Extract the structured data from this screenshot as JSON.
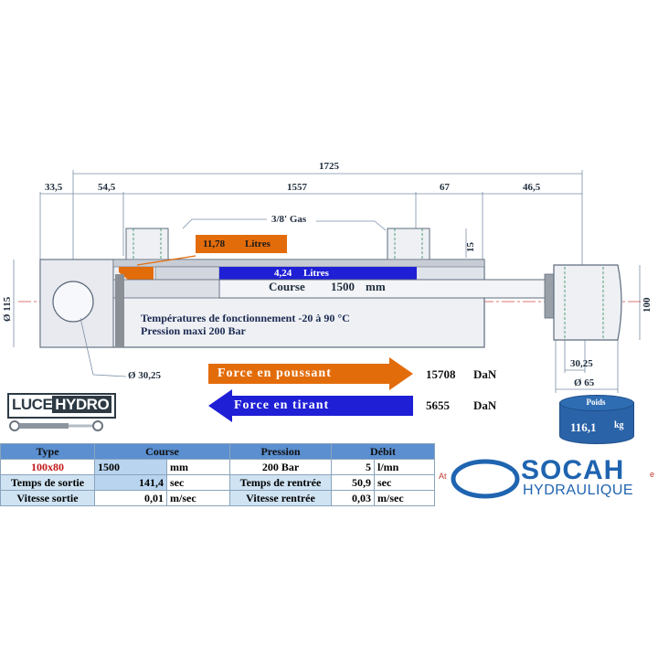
{
  "dimensions": {
    "total": "1725",
    "d1": "33,5",
    "d2": "54,5",
    "d3": "1557",
    "d4": "67",
    "d5": "46,5",
    "port_height": "15",
    "body_diameter": "Ø 115",
    "rod_eye_height": "100",
    "pin_diameter_left": "Ø 30,25",
    "pin_diameter_right": "30,25",
    "eye_diameter_right": "Ø 65"
  },
  "labels": {
    "gas": "3/8' Gas",
    "volume_push": "11,78",
    "volume_pull": "4,24",
    "litres": "Litres",
    "course_label": "Course",
    "course_value": "1500",
    "course_unit": "mm",
    "temperature": "Températures de fonctionnement -20 à 90 °C",
    "pressure_max": "Pression maxi 200 Bar"
  },
  "forces": {
    "push_label": "Force en poussant",
    "push_value": "15708",
    "pull_label": "Force en tirant",
    "pull_value": "5655",
    "unit": "DaN"
  },
  "weight": {
    "label": "Poids",
    "value": "116,1",
    "unit": "kg"
  },
  "brand_left": {
    "part1": "LUCE",
    "part2": "HYDRO"
  },
  "brand_right": {
    "name": "SOCAH",
    "sub": "HYDRAULIQUE",
    "at": "At",
    "e": "e"
  },
  "table": {
    "headers": [
      "Type",
      "Course",
      "Pression",
      "Débit"
    ],
    "row1": {
      "type": "100x80",
      "course": "1500",
      "course_unit": "mm",
      "pressure": "200 Bar",
      "flow_value": "5",
      "flow_unit": "l/mn"
    },
    "row2": {
      "label_out": "Temps de sortie",
      "value_out": "141,4",
      "unit_out": "sec",
      "label_in": "Temps de rentrée",
      "value_in": "50,9",
      "unit_in": "sec"
    },
    "row3": {
      "label_out": "Vitesse sortie",
      "value_out": "0,01",
      "unit_out": "m/sec",
      "label_in": "Vitesse rentrée",
      "value_in": "0,03",
      "unit_in": "m/sec"
    }
  },
  "colors": {
    "orange": "#e36c0a",
    "blue": "#1f1fd6",
    "table_header": "#5b8fd0",
    "table_label": "#cfe3f2",
    "socah_blue": "#1f64b0"
  }
}
